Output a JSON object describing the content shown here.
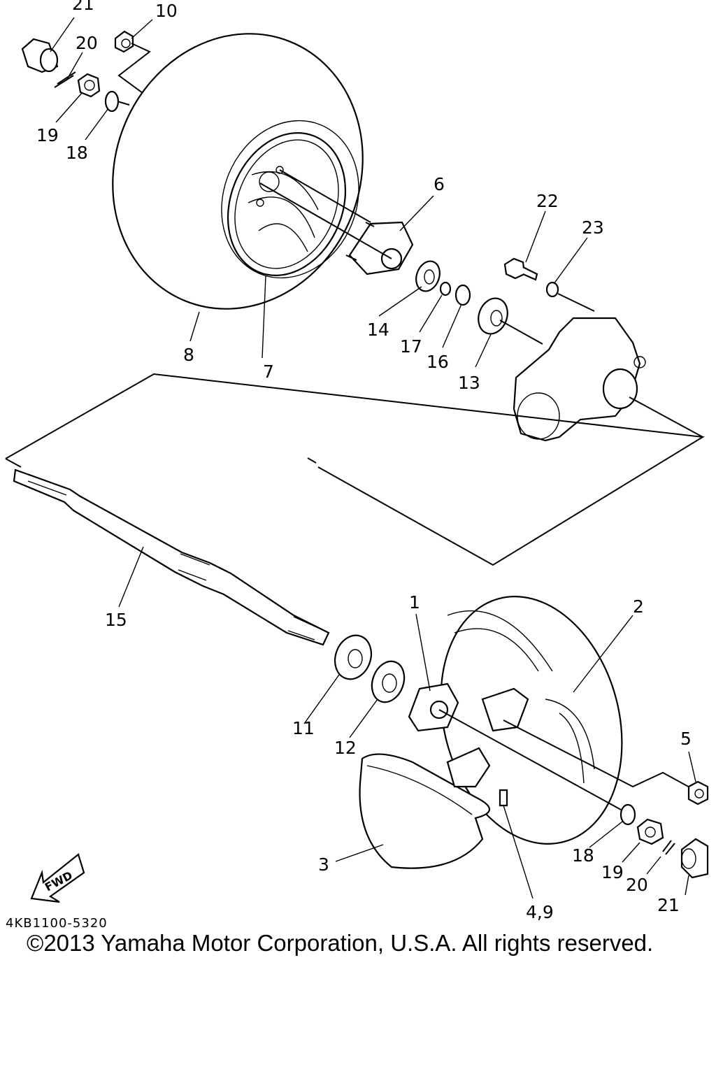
{
  "callouts": {
    "c21a": "21",
    "c10": "10",
    "c20a": "20",
    "c19a": "19",
    "c18a": "18",
    "c6": "6",
    "c22": "22",
    "c23": "23",
    "c8": "8",
    "c7": "7",
    "c14": "14",
    "c17": "17",
    "c16": "16",
    "c13": "13",
    "c15": "15",
    "c1": "1",
    "c2": "2",
    "c11": "11",
    "c12": "12",
    "c5": "5",
    "c3": "3",
    "c18b": "18",
    "c19b": "19",
    "c20b": "20",
    "c21b": "21",
    "c49": "4,9"
  },
  "fwd_label": "FWD",
  "part_code": "4KB1100-5320",
  "copyright": "©2013 Yamaha Motor Corporation, U.S.A. All rights reserved."
}
